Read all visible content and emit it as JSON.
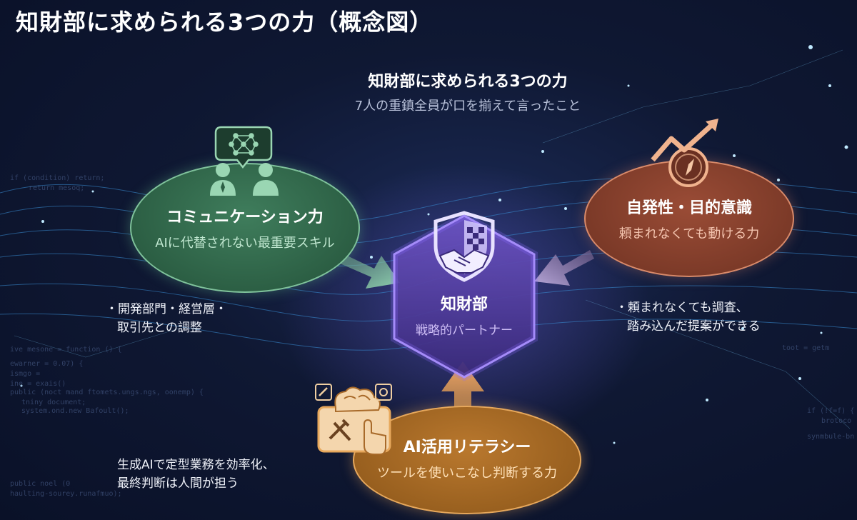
{
  "page_title": "知財部に求められる3つの力（概念図）",
  "center": {
    "title": "知財部に求められる3つの力",
    "subtitle": "7人の重鎮全員が口を揃えて言ったこと"
  },
  "hub": {
    "title": "知財部",
    "subtitle": "戦略的パートナー"
  },
  "powers": {
    "communication": {
      "title": "コミュニケーション力",
      "subtitle": "AIに代替されない最重要スキル",
      "note_line1": "・開発部門・経営層・",
      "note_line2": "取引先との調整"
    },
    "initiative": {
      "title": "自発性・目的意識",
      "subtitle": "頼まれなくても動ける力",
      "note_line1": "・頼まれなくても調査、",
      "note_line2": "踏み込んだ提案ができる"
    },
    "ai_literacy": {
      "title": "AI活用リテラシー",
      "subtitle": "ツールを使いこなし判断する力",
      "note_line1": "生成AIで定型業務を効率化、",
      "note_line2": "最終判断は人間が担う"
    }
  },
  "colors": {
    "background": "#0f1833",
    "communication": "#2c5f44",
    "initiative": "#7c3a28",
    "ai_literacy": "#99601f",
    "hub": "#5b3fa8"
  }
}
